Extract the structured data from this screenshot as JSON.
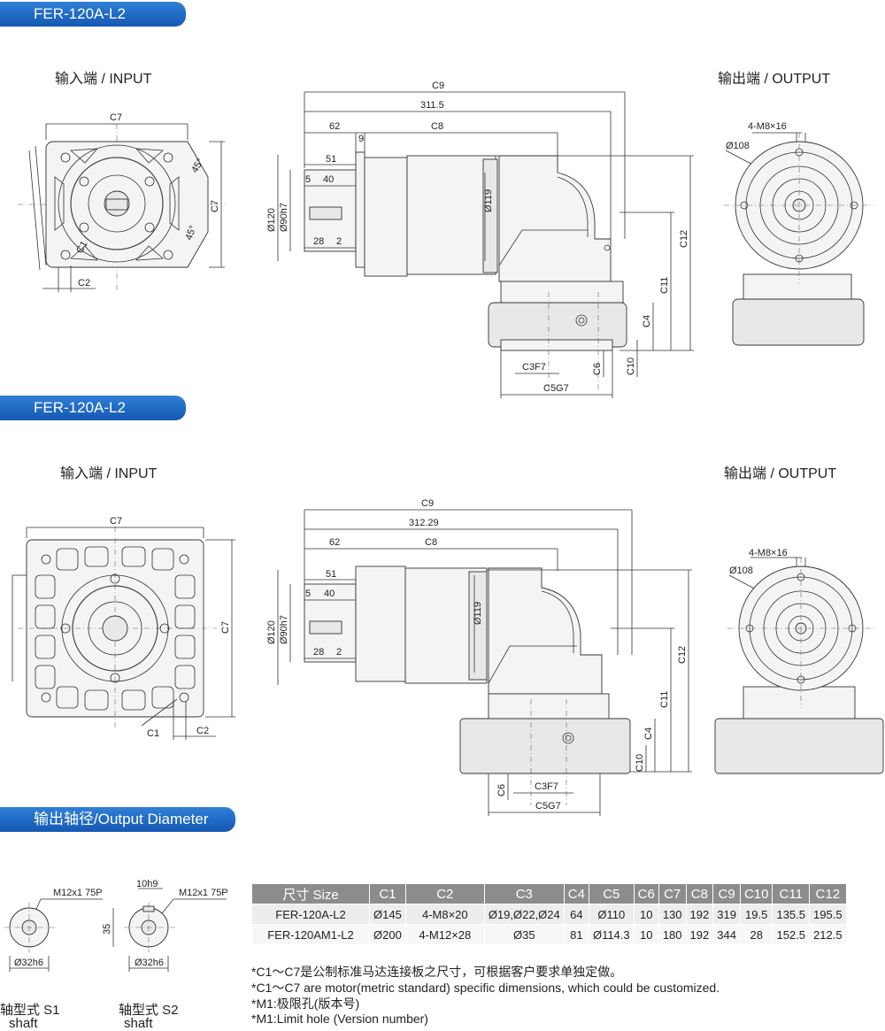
{
  "section1": {
    "title": "FER-120A-L2",
    "input_label": "输入端 / INPUT",
    "output_label": "输出端 / OUTPUT"
  },
  "section2": {
    "title": "FER-120A-L2",
    "input_label": "输入端 / INPUT",
    "output_label": "输出端 / OUTPUT"
  },
  "section3": {
    "title": "输出轴径/Output Diameter"
  },
  "dims1": {
    "c7_top": "C7",
    "c7_side": "C7",
    "a45a": "45°",
    "a45b": "45°",
    "c1": "C1",
    "c2": "C2",
    "c9": "C9",
    "l311": "311.5",
    "l62": "62",
    "c8": "C8",
    "l9": "9",
    "l51": "51",
    "l5": "5",
    "l40": "40",
    "l28": "28",
    "l2": "2",
    "d120": "Ø120",
    "d90": "Ø90h7",
    "d119": "Ø119",
    "c12": "C12",
    "c11": "C11",
    "c4": "C4",
    "c10": "C10",
    "c6": "C6",
    "c3f7": "C3F7",
    "c5g7": "C5G7",
    "m8": "4-M8×16",
    "d108": "Ø108"
  },
  "dims2": {
    "c7_top": "C7",
    "c7_side": "C7",
    "c1": "C1",
    "c2": "C2",
    "c9": "C9",
    "l312": "312.29",
    "l62": "62",
    "c8": "C8",
    "l51": "51",
    "l5": "5",
    "l40": "40",
    "l28": "28",
    "l2": "2",
    "d120": "Ø120",
    "d90": "Ø90h7",
    "d119": "Ø119",
    "c12": "C12",
    "c11": "C11",
    "c4": "C4",
    "c10": "C10",
    "c6": "C6",
    "c3f7": "C3F7",
    "c5g7": "C5G7",
    "m8": "4-M8×16",
    "d108": "Ø108"
  },
  "shafts": {
    "s1": {
      "thread": "M12x1 75P",
      "dia": "Ø32h6",
      "name_cn": "轴型式 S1",
      "name_en": "shaft"
    },
    "s2": {
      "thread": "M12x1 75P",
      "key": "10h9",
      "height": "35",
      "dia": "Ø32h6",
      "name_cn": "轴型式 S2",
      "name_en": "shaft"
    }
  },
  "table": {
    "headers": [
      "尺寸 Size",
      "C1",
      "C2",
      "C3",
      "C4",
      "C5",
      "C6",
      "C7",
      "C8",
      "C9",
      "C10",
      "C11",
      "C12"
    ],
    "rows": [
      [
        "FER-120A-L2",
        "Ø145",
        "4-M8×20",
        "Ø19,Ø22,Ø24",
        "64",
        "Ø110",
        "10",
        "130",
        "192",
        "319",
        "19.5",
        "135.5",
        "195.5"
      ],
      [
        "FER-120AM1-L2",
        "Ø200",
        "4-M12×28",
        "Ø35",
        "81",
        "Ø114.3",
        "10",
        "180",
        "192",
        "344",
        "28",
        "152.5",
        "212.5"
      ]
    ]
  },
  "notes": [
    "*C1～C7是公制标准马达连接板之尺寸，可根据客户要求单独定做。",
    "*C1～C7 are motor(metric standard) specific dimensions, which could be customized.",
    "*M1:极限孔(版本号)",
    "*M1:Limit hole (Version number)"
  ]
}
